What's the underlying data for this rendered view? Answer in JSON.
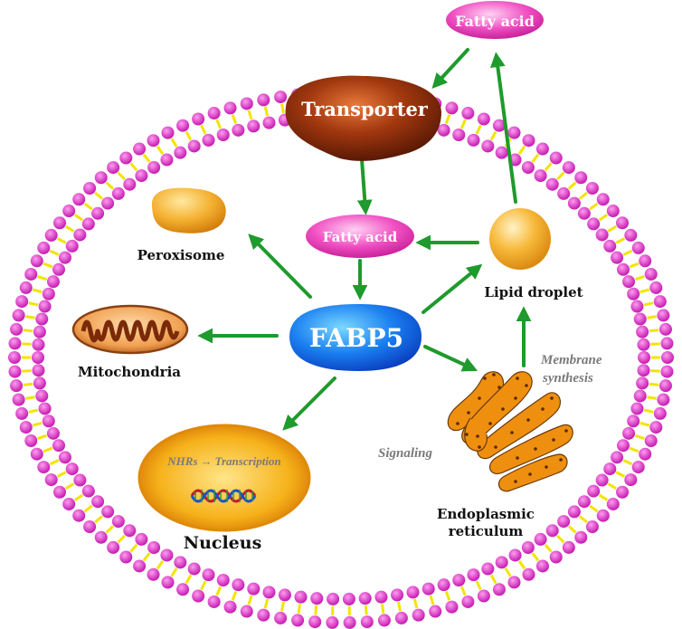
{
  "colors": {
    "membrane_head": "#e23fd0",
    "membrane_tail": "#f2e400",
    "arrow": "#1f9a2c",
    "fatty_acid": "#f04fc2",
    "transporter": "#8a2a0a",
    "fabp5": "#1a7ff0",
    "nucleus": "#f2a312",
    "er": "#e88a0c",
    "mito": "#c46a2a",
    "caption_italic": "#7a7a7a"
  },
  "nodes": {
    "fatty_acid_top": "Fatty acid",
    "transporter": "Transporter",
    "fatty_acid_mid": "Fatty acid",
    "fabp5": "FABP5"
  },
  "labels": {
    "peroxisome": "Peroxisome",
    "mitochondria": "Mitochondria",
    "lipid_droplet": "Lipid droplet",
    "nucleus": "Nucleus",
    "er_line1": "Endoplasmic",
    "er_line2": "reticulum",
    "membrane_line1": "Membrane",
    "membrane_line2": "synthesis",
    "signaling": "Signaling",
    "nhrs": "NHRs",
    "transcription": "Transcription"
  }
}
